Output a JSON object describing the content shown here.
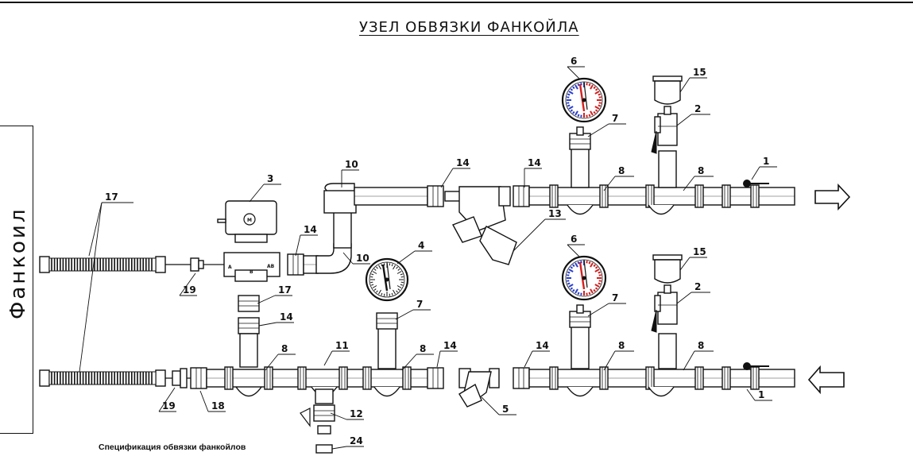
{
  "title": "УЗЕЛ ОБВЯЗКИ ФАНКОЙЛА",
  "side_label": "Фанкоил",
  "spec_caption": "Спецификация обвязки фанкойлов",
  "valve_port_labels": {
    "a": "A",
    "b": "B",
    "ab": "AB",
    "motor": "M"
  },
  "callouts": [
    {
      "id": "c17a",
      "text": "17"
    },
    {
      "id": "c3",
      "text": "3"
    },
    {
      "id": "c10a",
      "text": "10"
    },
    {
      "id": "c14a",
      "text": "14"
    },
    {
      "id": "c10b",
      "text": "10"
    },
    {
      "id": "c14b",
      "text": "14"
    },
    {
      "id": "c14c",
      "text": "14"
    },
    {
      "id": "c13",
      "text": "13"
    },
    {
      "id": "c6a",
      "text": "6"
    },
    {
      "id": "c7a",
      "text": "7"
    },
    {
      "id": "c8a",
      "text": "8"
    },
    {
      "id": "c15a",
      "text": "15"
    },
    {
      "id": "c2a",
      "text": "2"
    },
    {
      "id": "c8b",
      "text": "8"
    },
    {
      "id": "c1a",
      "text": "1"
    },
    {
      "id": "c4",
      "text": "4"
    },
    {
      "id": "c19a",
      "text": "19"
    },
    {
      "id": "c17b",
      "text": "17"
    },
    {
      "id": "c14d",
      "text": "14"
    },
    {
      "id": "c7b",
      "text": "7"
    },
    {
      "id": "c6b",
      "text": "6"
    },
    {
      "id": "c15b",
      "text": "15"
    },
    {
      "id": "c2b",
      "text": "2"
    },
    {
      "id": "c7c",
      "text": "7"
    },
    {
      "id": "c11",
      "text": "11"
    },
    {
      "id": "c8c",
      "text": "8"
    },
    {
      "id": "c8d",
      "text": "8"
    },
    {
      "id": "c14e",
      "text": "14"
    },
    {
      "id": "c14f",
      "text": "14"
    },
    {
      "id": "c8e",
      "text": "8"
    },
    {
      "id": "c8f",
      "text": "8"
    },
    {
      "id": "c19b",
      "text": "19"
    },
    {
      "id": "c18",
      "text": "18"
    },
    {
      "id": "c5",
      "text": "5"
    },
    {
      "id": "c1b",
      "text": "1"
    },
    {
      "id": "c12",
      "text": "12"
    },
    {
      "id": "c24",
      "text": "24"
    }
  ],
  "colors": {
    "line": "#111111",
    "gauge_red": "#d42020",
    "gauge_blue": "#2a3fd0",
    "background": "#ffffff"
  }
}
